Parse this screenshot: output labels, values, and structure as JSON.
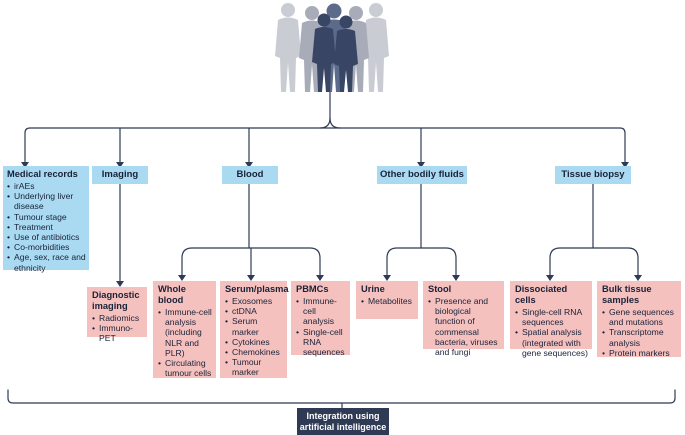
{
  "categories": {
    "medical_records": {
      "title": "Medical records",
      "items": [
        "irAEs",
        "Underlying liver disease",
        "Tumour stage",
        "Treatment",
        "Use of antibiotics",
        "Co-morbidities",
        "Age, sex, race and ethnicity"
      ]
    },
    "imaging": {
      "title": "Imaging"
    },
    "blood": {
      "title": "Blood"
    },
    "other_fluids": {
      "title": "Other bodily fluids"
    },
    "tissue_biopsy": {
      "title": "Tissue biopsy"
    }
  },
  "subcategories": {
    "diagnostic_imaging": {
      "title": "Diagnostic imaging",
      "items": [
        "Radiomics",
        "Immuno-PET"
      ]
    },
    "whole_blood": {
      "title": "Whole blood",
      "items": [
        "Immune-cell analysis (including NLR and PLR)",
        "Circulating tumour cells"
      ]
    },
    "serum_plasma": {
      "title": "Serum/plasma",
      "items": [
        "Exosomes",
        "ctDNA",
        "Serum marker",
        "Cytokines",
        "Chemokines",
        "Tumour marker"
      ]
    },
    "pbmcs": {
      "title": "PBMCs",
      "items": [
        "Immune-cell analysis",
        "Single-cell RNA sequences"
      ]
    },
    "urine": {
      "title": "Urine",
      "items": [
        "Metabolites"
      ]
    },
    "stool": {
      "title": "Stool",
      "items": [
        "Presence and biological function of commensal bacteria, viruses and fungi"
      ]
    },
    "dissociated_cells": {
      "title": "Dissociated cells",
      "items": [
        "Single-cell RNA sequences",
        "Spatial analysis (integrated with gene sequences)"
      ]
    },
    "bulk_tissue": {
      "title": "Bulk tissue samples",
      "items": [
        "Gene sequences and mutations",
        "Transcriptome analysis",
        "Protein markers"
      ]
    }
  },
  "integration": {
    "title": "Integration using artificial intelligence"
  },
  "colors": {
    "blue": "#a9daf2",
    "pink": "#f5c1bf",
    "navy": "#2f3b55",
    "line": "#2f3b55"
  }
}
